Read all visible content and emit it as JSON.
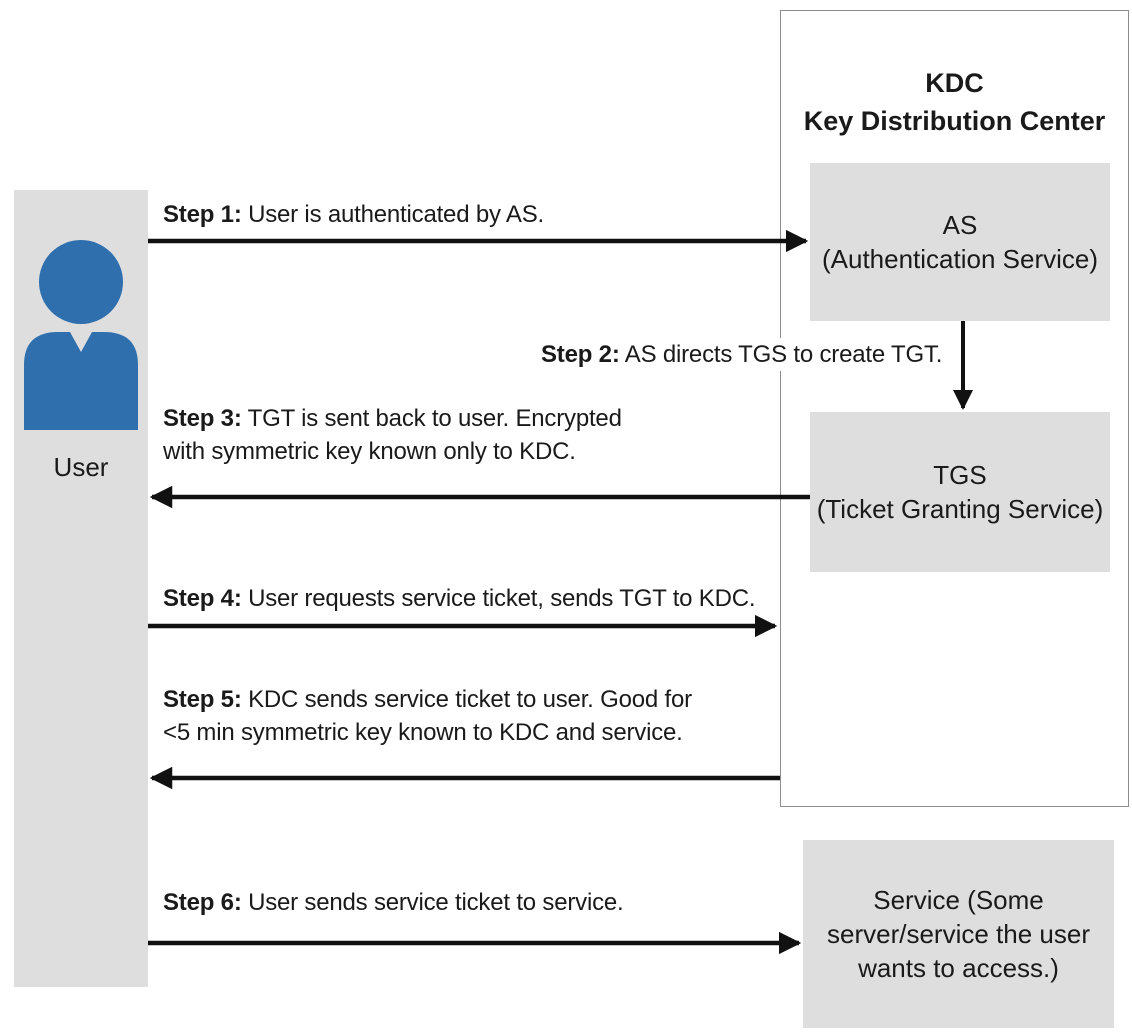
{
  "user": {
    "label": "User",
    "icon": "user-icon"
  },
  "kdc": {
    "title_line1": "KDC",
    "title_line2": "Key Distribution Center"
  },
  "as_box": {
    "line1": "AS",
    "line2": "(Authentication Service)"
  },
  "tgs_box": {
    "line1": "TGS",
    "line2": "(Ticket Granting Service)"
  },
  "service_box": {
    "line1": "Service (Some",
    "line2": "server/service the user",
    "line3": "wants to access.)"
  },
  "steps": [
    {
      "prefix": "Step 1:",
      "text": "User is authenticated by AS."
    },
    {
      "prefix": "Step 2:",
      "text": "AS directs TGS to create TGT."
    },
    {
      "prefix": "Step 3:",
      "line1": "TGT is sent back to user. Encrypted",
      "line2": "with symmetric key known only to KDC."
    },
    {
      "prefix": "Step 4:",
      "text": "User requests service ticket, sends TGT to KDC."
    },
    {
      "prefix": "Step 5:",
      "line1": "KDC sends service ticket to user. Good for",
      "line2": "<5 min symmetric key known to KDC and service."
    },
    {
      "prefix": "Step 6:",
      "text": "User sends service ticket to service."
    }
  ],
  "colors": {
    "icon_blue": "#2f6fae",
    "box_gray": "#dedede",
    "arrow": "#111111"
  }
}
